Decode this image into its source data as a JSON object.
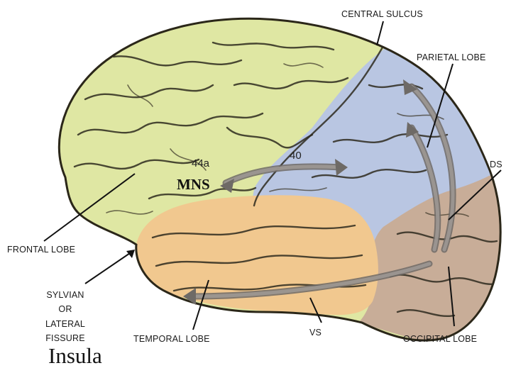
{
  "labels": {
    "central_sulcus": "CENTRAL SULCUS",
    "parietal_lobe": "PARIETAL LOBE",
    "ds": "DS",
    "frontal_lobe": "FRONTAL LOBE",
    "sylvian_line1": "SYLVIAN",
    "sylvian_line2": "OR",
    "sylvian_line3": "LATERAL",
    "sylvian_line4": "FISSURE",
    "temporal_lobe": "TEMPORAL LOBE",
    "vs": "VS",
    "occipital_lobe": "OCCIPITAL LOBE",
    "area_44a": "44a",
    "area_40": "40",
    "mns": "MNS",
    "insula": "Insula"
  },
  "colors": {
    "frontal": "#dfe7a3",
    "parietal": "#b9c6e2",
    "temporal": "#f1c88f",
    "occipital": "#c8ad98",
    "pathway": "#7d7874"
  }
}
